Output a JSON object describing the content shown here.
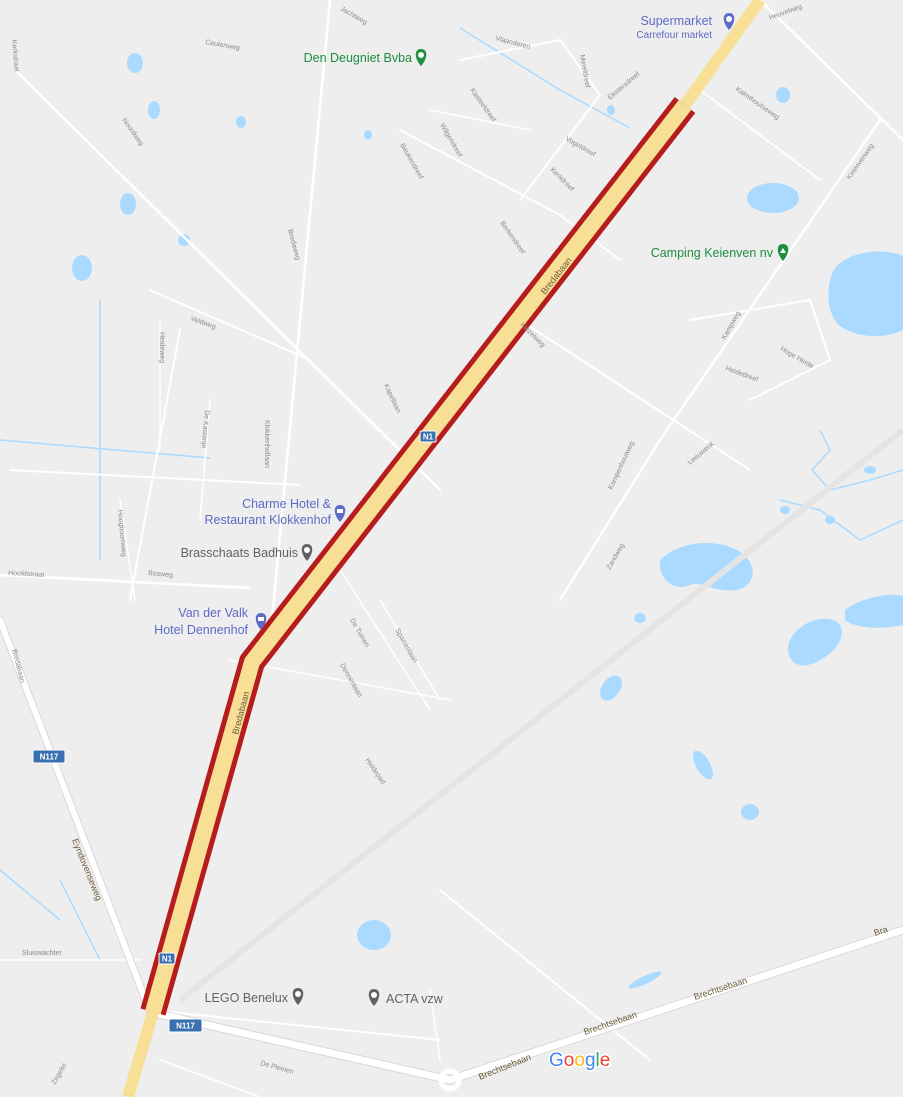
{
  "pois": {
    "supermarket": "Supermarket",
    "supermarket_sub": "Carrefour market",
    "den_deugniet": "Den Deugniet Bvba",
    "camping": "Camping Keienven nv",
    "charme_1": "Charme Hotel &",
    "charme_2": "Restaurant Klokkenhof",
    "badhuis": "Brasschaats Badhuis",
    "vdvalk_1": "Van der Valk",
    "vdvalk_2": "Hotel Dennenhof",
    "lego": "LEGO Benelux",
    "acta": "ACTA vzw"
  },
  "roads": {
    "bredabaan_1": "Bredabaan",
    "bredabaan_2": "Bredabaan",
    "brechtsebaan_1": "Brechtsebaan",
    "brechtsebaan_2": "Brechtsebaan",
    "brechtsebaan_3": "Brechtsebaan",
    "brechtsebaan_4": "Bra",
    "eyndovenseweg": "Eyndovenseweg"
  },
  "shields": {
    "n1_a": "N1",
    "n1_b": "N1",
    "n117_a": "N117",
    "n117_b": "N117"
  },
  "brand": {
    "google": "Google"
  },
  "colors": {
    "land": "#eeeeee",
    "water": "#aadaff",
    "route": "#b71c1c",
    "highway": "#f7df96",
    "poi_green": "#1e8e3e",
    "poi_blue": "#5e6ac7",
    "poi_gray": "#5f6368"
  }
}
